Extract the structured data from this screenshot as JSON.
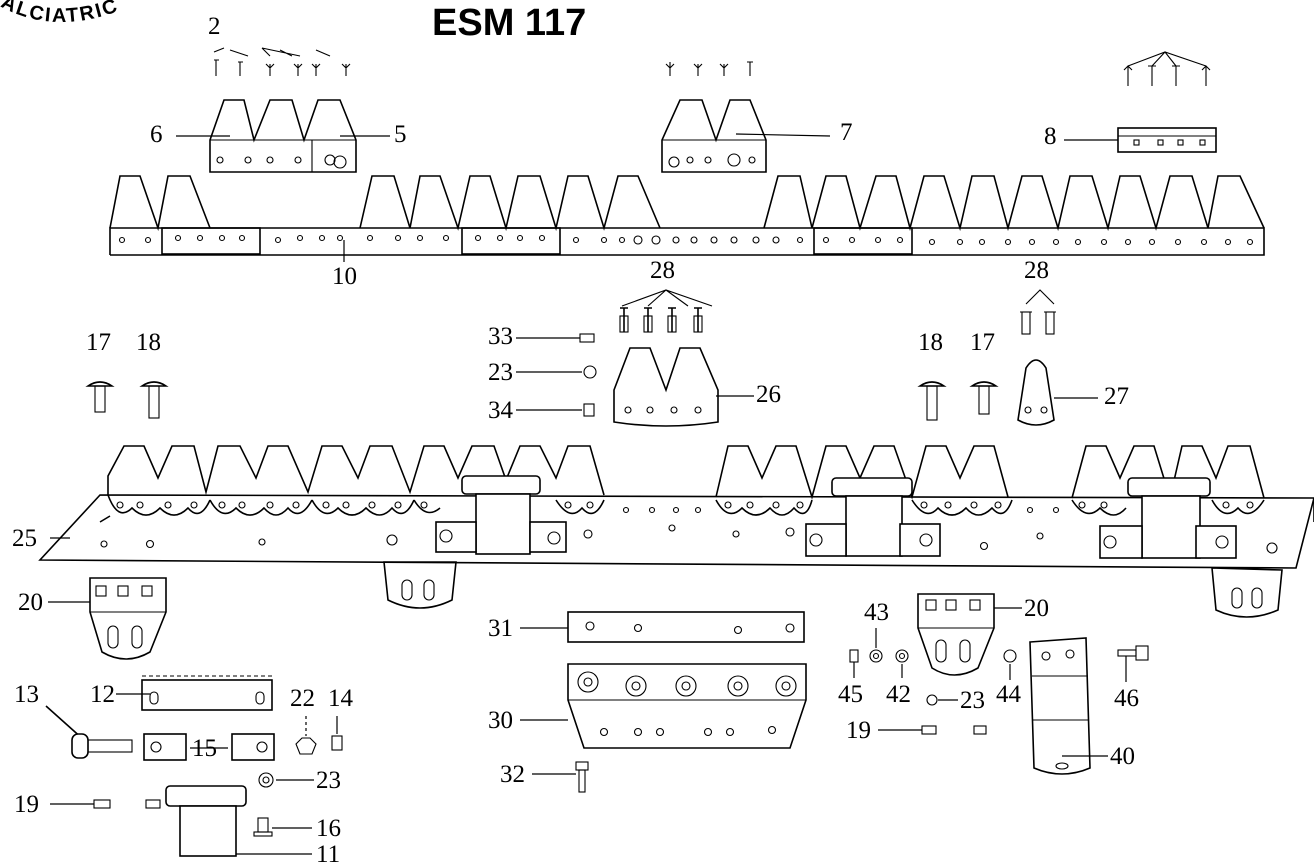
{
  "title": "ESM 117",
  "stamp_text": "ALCIATRIC",
  "labels": {
    "l2": "2",
    "l6": "6",
    "l5": "5",
    "l7": "7",
    "l8": "8",
    "l10": "10",
    "l28a": "28",
    "l28b": "28",
    "l33": "33",
    "l23a": "23",
    "l34": "34",
    "l26": "26",
    "l17a": "17",
    "l18a": "18",
    "l18b": "18",
    "l17b": "17",
    "l27": "27",
    "l25": "25",
    "l20a": "20",
    "l20b": "20",
    "l31": "31",
    "l30": "30",
    "l32": "32",
    "l43": "43",
    "l45": "45",
    "l42": "42",
    "l23b": "23",
    "l44": "44",
    "l46": "46",
    "l19b": "19",
    "l40": "40",
    "l13": "13",
    "l12": "12",
    "l22": "22",
    "l14": "14",
    "l15": "15",
    "l23c": "23",
    "l19a": "19",
    "l16": "16",
    "l11": "11"
  }
}
